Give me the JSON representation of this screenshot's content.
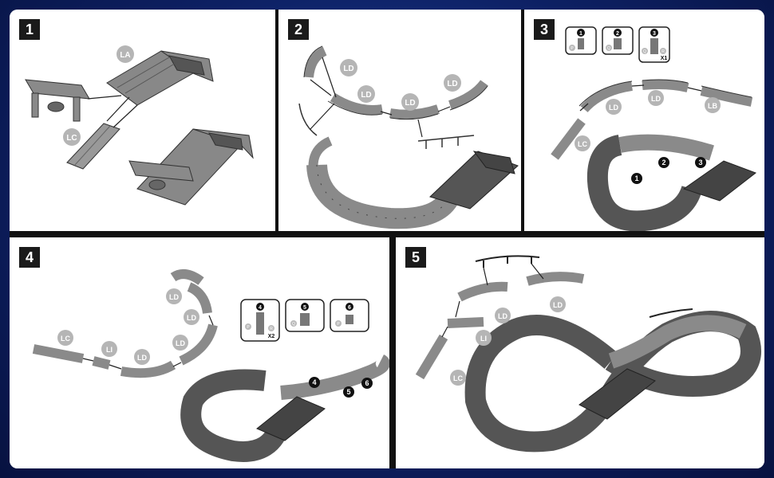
{
  "colors": {
    "background": "#0d2063",
    "panel": "#ffffff",
    "divider": "#111111",
    "track_light": "#9a9a9a",
    "track_dark": "#555555",
    "label_bubble": "#b5b5b5"
  },
  "steps": [
    {
      "number": "1",
      "labels": [
        "LA",
        "LC"
      ]
    },
    {
      "number": "2",
      "labels": [
        "LD",
        "LD",
        "LD",
        "LD"
      ]
    },
    {
      "number": "3",
      "labels": [
        "LD",
        "LD",
        "LB",
        "LC"
      ],
      "markers": [
        "1",
        "2",
        "3"
      ],
      "pillar_boxes": [
        {
          "num": "1",
          "letter": "P"
        },
        {
          "num": "2",
          "letter": "Q"
        },
        {
          "num": "3",
          "letter": "Q",
          "extra": "R",
          "qty": "X1"
        }
      ]
    },
    {
      "number": "4",
      "labels": [
        "LD",
        "LD",
        "LD",
        "LD",
        "LC",
        "LI"
      ],
      "markers": [
        "4",
        "5",
        "6"
      ],
      "pillar_boxes": [
        {
          "num": "4",
          "letter": "P",
          "extra": "R",
          "qty": "X2"
        },
        {
          "num": "5",
          "letter": "Q"
        },
        {
          "num": "6",
          "letter": "P"
        }
      ]
    },
    {
      "number": "5",
      "labels": [
        "LD",
        "LD",
        "LI",
        "LC"
      ]
    }
  ]
}
